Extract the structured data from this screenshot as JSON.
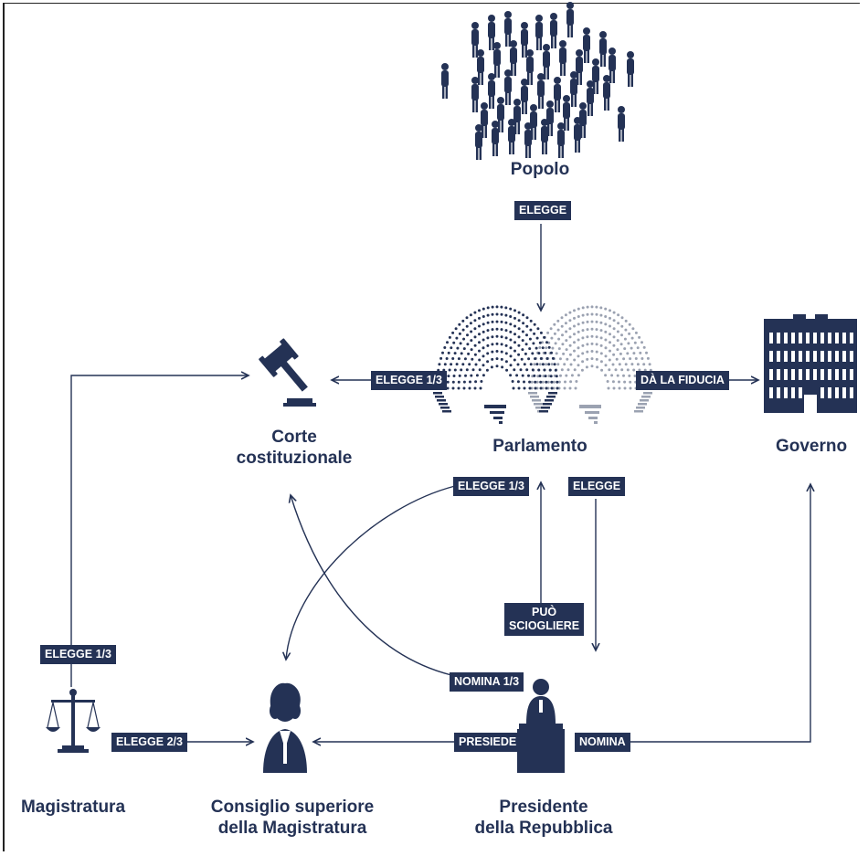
{
  "colors": {
    "primary": "#243255",
    "background": "#ffffff"
  },
  "nodes": {
    "popolo": "Popolo",
    "parlamento": "Parlamento",
    "governo": "Governo",
    "corte_line1": "Corte",
    "corte_line2": "costituzionale",
    "magistratura": "Magistratura",
    "csm_line1": "Consiglio superiore",
    "csm_line2": "della Magistratura",
    "presidente_line1": "Presidente",
    "presidente_line2": "della Repubblica"
  },
  "relations": {
    "popolo_parlamento": "ELEGGE",
    "parlamento_corte": "ELEGGE 1/3",
    "parlamento_governo": "DÀ LA FIDUCIA",
    "parlamento_csm": "ELEGGE 1/3",
    "parlamento_presidente": "ELEGGE",
    "presidente_parlamento_line1": "PUÒ",
    "presidente_parlamento_line2": "SCIOGLIERE",
    "presidente_corte": "NOMINA 1/3",
    "magistratura_corte": "ELEGGE 1/3",
    "magistratura_csm": "ELEGGE 2/3",
    "presidente_csm": "PRESIEDE",
    "presidente_governo": "NOMINA"
  },
  "icons": {
    "popolo": "crowd-icon",
    "parlamento": "parliament-hemicycle-icon",
    "governo": "government-building-icon",
    "corte": "gavel-icon",
    "magistratura": "scales-of-justice-icon",
    "csm": "judge-icon",
    "presidente": "president-podium-icon"
  }
}
